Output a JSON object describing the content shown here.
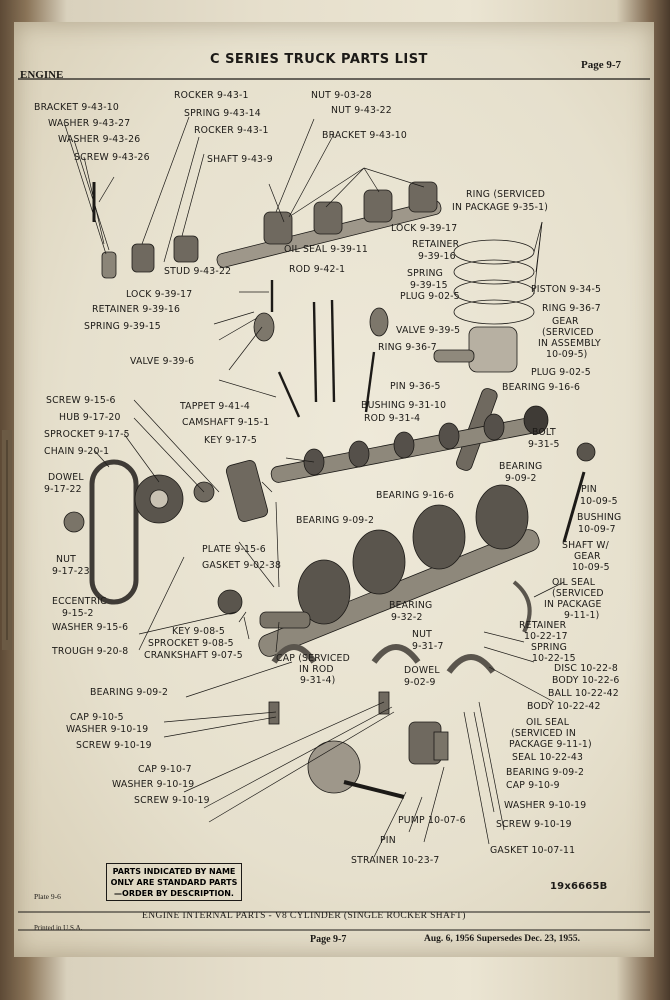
{
  "header": {
    "section": "ENGINE",
    "title": "C SERIES TRUCK PARTS LIST",
    "page": "Page 9-7"
  },
  "labels": [
    {
      "id": "bracket-9-43-10-left",
      "text": "BRACKET 9-43-10"
    },
    {
      "id": "washer-9-43-27",
      "text": "WASHER 9-43-27"
    },
    {
      "id": "washer-9-43-26",
      "text": "WASHER 9-43-26"
    },
    {
      "id": "screw-9-43-26",
      "text": "SCREW 9-43-26"
    },
    {
      "id": "rocker-9-43-1-a",
      "text": "ROCKER 9-43-1"
    },
    {
      "id": "spring-9-43-14",
      "text": "SPRING 9-43-14"
    },
    {
      "id": "rocker-9-43-1-b",
      "text": "ROCKER 9-43-1"
    },
    {
      "id": "shaft-9-43-9",
      "text": "SHAFT 9-43-9"
    },
    {
      "id": "nut-9-03-28",
      "text": "NUT 9-03-28"
    },
    {
      "id": "nut-9-43-22",
      "text": "NUT 9-43-22"
    },
    {
      "id": "bracket-9-43-10-right",
      "text": "BRACKET 9-43-10"
    },
    {
      "id": "ring-serviced-1",
      "text": "RING (SERVICED"
    },
    {
      "id": "ring-serviced-2",
      "text": "IN PACKAGE 9-35-1)"
    },
    {
      "id": "lock-9-39-17-a",
      "text": "LOCK 9-39-17"
    },
    {
      "id": "oil-seal-9-39-11",
      "text": "OIL SEAL 9-39-11"
    },
    {
      "id": "retainer-9-39-16-a1",
      "text": "RETAINER"
    },
    {
      "id": "retainer-9-39-16-a2",
      "text": "9-39-16"
    },
    {
      "id": "stud-9-43-22",
      "text": "STUD 9-43-22"
    },
    {
      "id": "rod-9-42-1",
      "text": "ROD 9-42-1"
    },
    {
      "id": "spring-9-39-15-a1",
      "text": "SPRING"
    },
    {
      "id": "spring-9-39-15-a2",
      "text": "9-39-15"
    },
    {
      "id": "lock-9-39-17-b",
      "text": "LOCK 9-39-17"
    },
    {
      "id": "retainer-9-39-16-b",
      "text": "RETAINER 9-39-16"
    },
    {
      "id": "spring-9-39-15-b",
      "text": "SPRING 9-39-15"
    },
    {
      "id": "plug-9-02-5-a",
      "text": "PLUG 9-02-5"
    },
    {
      "id": "piston-9-34-5",
      "text": "PISTON 9-34-5"
    },
    {
      "id": "ring-9-36-7-a",
      "text": "RING 9-36-7"
    },
    {
      "id": "gear-1",
      "text": "GEAR"
    },
    {
      "id": "gear-2",
      "text": "(SERVICED"
    },
    {
      "id": "gear-3",
      "text": "IN ASSEMBLY"
    },
    {
      "id": "gear-4",
      "text": "10-09-5)"
    },
    {
      "id": "valve-9-39-5",
      "text": "VALVE 9-39-5"
    },
    {
      "id": "ring-9-36-7-b",
      "text": "RING 9-36-7"
    },
    {
      "id": "valve-9-39-6",
      "text": "VALVE 9-39-6"
    },
    {
      "id": "plug-9-02-5-b",
      "text": "PLUG 9-02-5"
    },
    {
      "id": "pin-9-36-5",
      "text": "PIN 9-36-5"
    },
    {
      "id": "bearing-9-16-6-a",
      "text": "BEARING 9-16-6"
    },
    {
      "id": "screw-9-15-6",
      "text": "SCREW 9-15-6"
    },
    {
      "id": "tappet-9-41-4",
      "text": "TAPPET 9-41-4"
    },
    {
      "id": "bushing-9-31-10",
      "text": "BUSHING 9-31-10"
    },
    {
      "id": "hub-9-17-20",
      "text": "HUB 9-17-20"
    },
    {
      "id": "rod-9-31-4",
      "text": "ROD 9-31-4"
    },
    {
      "id": "camshaft-9-15-1",
      "text": "CAMSHAFT 9-15-1"
    },
    {
      "id": "sprocket-9-17-5",
      "text": "SPROCKET 9-17-5"
    },
    {
      "id": "bolt-9-31-5-1",
      "text": "BOLT"
    },
    {
      "id": "bolt-9-31-5-2",
      "text": "9-31-5"
    },
    {
      "id": "key-9-17-5",
      "text": "KEY 9-17-5"
    },
    {
      "id": "chain-9-20-1",
      "text": "CHAIN 9-20-1"
    },
    {
      "id": "dowel-9-17-22-1",
      "text": "DOWEL"
    },
    {
      "id": "dowel-9-17-22-2",
      "text": "9-17-22"
    },
    {
      "id": "bearing-9-09-2-a1",
      "text": "BEARING"
    },
    {
      "id": "bearing-9-09-2-a2",
      "text": "9-09-2"
    },
    {
      "id": "pin-10-09-5-1",
      "text": "PIN"
    },
    {
      "id": "pin-10-09-5-2",
      "text": "10-09-5"
    },
    {
      "id": "bearing-9-16-6-b",
      "text": "BEARING 9-16-6"
    },
    {
      "id": "bushing-10-09-7-1",
      "text": "BUSHING"
    },
    {
      "id": "bushing-10-09-7-2",
      "text": "10-09-7"
    },
    {
      "id": "bearing-9-09-2-b",
      "text": "BEARING 9-09-2"
    },
    {
      "id": "nut-9-17-23-1",
      "text": "NUT"
    },
    {
      "id": "nut-9-17-23-2",
      "text": "9-17-23"
    },
    {
      "id": "shaft-gear-1",
      "text": "SHAFT W/"
    },
    {
      "id": "shaft-gear-2",
      "text": "GEAR"
    },
    {
      "id": "shaft-gear-3",
      "text": "10-09-5"
    },
    {
      "id": "plate-9-15-6",
      "text": "PLATE 9-15-6"
    },
    {
      "id": "gasket-9-02-38",
      "text": "GASKET 9-02-38"
    },
    {
      "id": "oil-seal-pkg-1",
      "text": "OIL SEAL"
    },
    {
      "id": "oil-seal-pkg-2",
      "text": "(SERVICED"
    },
    {
      "id": "oil-seal-pkg-3",
      "text": "IN PACKAGE"
    },
    {
      "id": "oil-seal-pkg-4",
      "text": "9-11-1)"
    },
    {
      "id": "eccentric-1",
      "text": "ECCENTRIC"
    },
    {
      "id": "eccentric-2",
      "text": "9-15-2"
    },
    {
      "id": "bearing-9-32-2-1",
      "text": "BEARING"
    },
    {
      "id": "bearing-9-32-2-2",
      "text": "9-32-2"
    },
    {
      "id": "retainer-10-22-17",
      "text": "RETAINER"
    },
    {
      "id": "retainer-10-22-17-n",
      "text": "10-22-17"
    },
    {
      "id": "washer-9-15-6",
      "text": "WASHER 9-15-6"
    },
    {
      "id": "key-9-08-5",
      "text": "KEY 9-08-5"
    },
    {
      "id": "sprocket-9-08-5",
      "text": "SPROCKET 9-08-5"
    },
    {
      "id": "crankshaft-9-07-5",
      "text": "CRANKSHAFT 9-07-5"
    },
    {
      "id": "nut-9-31-7-1",
      "text": "NUT"
    },
    {
      "id": "nut-9-31-7-2",
      "text": "9-31-7"
    },
    {
      "id": "spring-10-22-15-1",
      "text": "SPRING"
    },
    {
      "id": "spring-10-22-15-2",
      "text": "10-22-15"
    },
    {
      "id": "disc-10-22-8",
      "text": "DISC 10-22-8"
    },
    {
      "id": "trough-9-20-8",
      "text": "TROUGH 9-20-8"
    },
    {
      "id": "cap-serviced-1",
      "text": "CAP (SERVICED"
    },
    {
      "id": "cap-serviced-2",
      "text": "IN ROD"
    },
    {
      "id": "cap-serviced-3",
      "text": "9-31-4)"
    },
    {
      "id": "body-10-22-6",
      "text": "BODY 10-22-6"
    },
    {
      "id": "dowel-9-02-9-1",
      "text": "DOWEL"
    },
    {
      "id": "dowel-9-02-9-2",
      "text": "9-02-9"
    },
    {
      "id": "ball-10-22-42",
      "text": "BALL 10-22-42"
    },
    {
      "id": "bearing-9-09-2-c",
      "text": "BEARING 9-09-2"
    },
    {
      "id": "body-10-22-42",
      "text": "BODY 10-22-42"
    },
    {
      "id": "cap-9-10-5",
      "text": "CAP 9-10-5"
    },
    {
      "id": "washer-9-10-19-a",
      "text": "WASHER 9-10-19"
    },
    {
      "id": "oil-seal-b-1",
      "text": "OIL SEAL"
    },
    {
      "id": "oil-seal-b-2",
      "text": "(SERVICED IN"
    },
    {
      "id": "oil-seal-b-3",
      "text": "PACKAGE 9-11-1)"
    },
    {
      "id": "screw-9-10-19-a",
      "text": "SCREW 9-10-19"
    },
    {
      "id": "seal-10-22-43",
      "text": "SEAL 10-22-43"
    },
    {
      "id": "cap-9-10-7",
      "text": "CAP 9-10-7"
    },
    {
      "id": "bearing-9-09-2-d",
      "text": "BEARING 9-09-2"
    },
    {
      "id": "washer-9-10-19-b",
      "text": "WASHER 9-10-19"
    },
    {
      "id": "cap-9-10-9",
      "text": "CAP 9-10-9"
    },
    {
      "id": "screw-9-10-19-b",
      "text": "SCREW 9-10-19"
    },
    {
      "id": "washer-9-10-19-c",
      "text": "WASHER 9-10-19"
    },
    {
      "id": "screw-9-10-19-c",
      "text": "SCREW 9-10-19"
    },
    {
      "id": "pump-10-07-6",
      "text": "PUMP 10-07-6"
    },
    {
      "id": "pin",
      "text": "PIN"
    },
    {
      "id": "gasket-10-07-11",
      "text": "GASKET 10-07-11"
    },
    {
      "id": "strainer-10-23-7",
      "text": "STRAINER 10-23-7"
    }
  ],
  "note": {
    "line1": "PARTS INDICATED BY NAME",
    "line2": "ONLY ARE STANDARD PARTS",
    "line3": "—ORDER BY DESCRIPTION."
  },
  "figure_id": "19x6665B",
  "plate": "Plate 9-6",
  "caption": "ENGINE INTERNAL PARTS - V8 CYLINDER (SINGLE ROCKER SHAFT)",
  "footer": {
    "printed": "Printed in U.S.A.",
    "page": "Page 9-7",
    "date": "Aug. 6, 1956 Supersedes Dec. 23, 1955."
  },
  "colors": {
    "ink": "#1c1a17",
    "paper": "#e6e0cd"
  }
}
